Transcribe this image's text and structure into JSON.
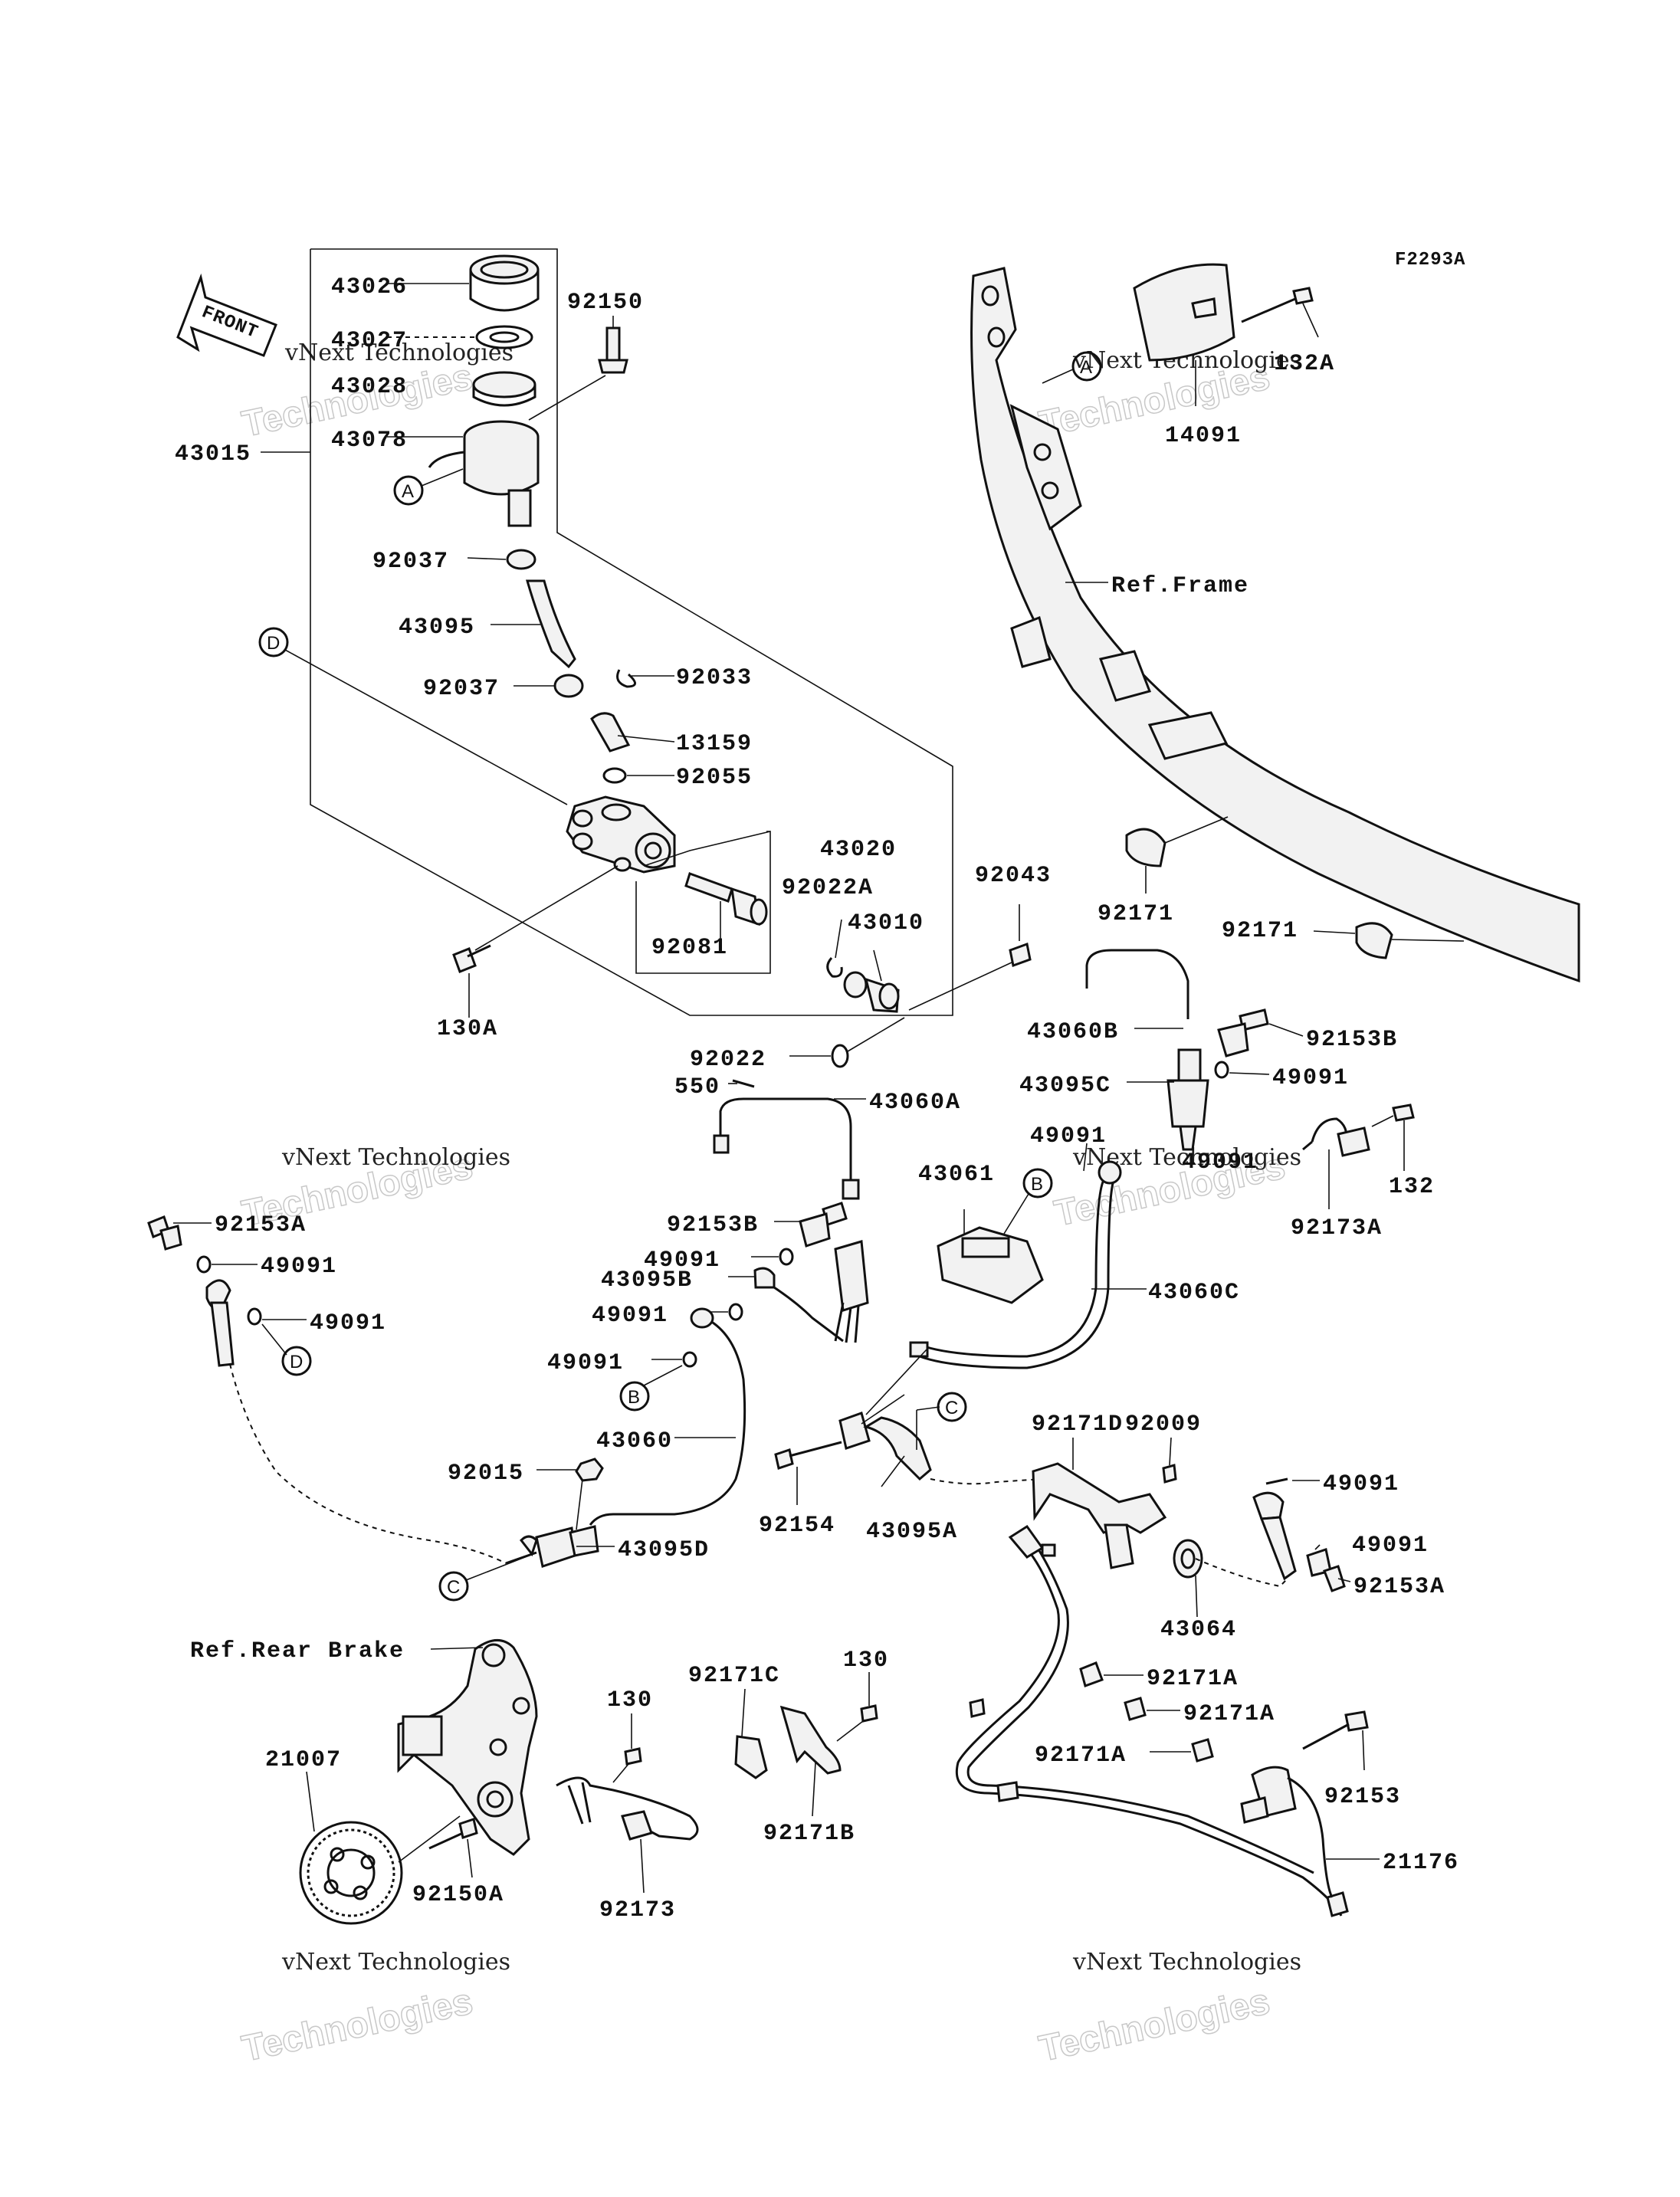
{
  "diagram_code": "F2293A",
  "front_label": "FRONT",
  "callouts": [
    "A",
    "A",
    "B",
    "B",
    "C",
    "C",
    "D",
    "D"
  ],
  "watermark": {
    "line1": "vNext Technologies",
    "line2": "Technologies"
  },
  "parts": [
    {
      "id": "43026",
      "label": "43026"
    },
    {
      "id": "43027",
      "label": "43027"
    },
    {
      "id": "43028",
      "label": "43028"
    },
    {
      "id": "43078",
      "label": "43078"
    },
    {
      "id": "43015",
      "label": "43015"
    },
    {
      "id": "92150",
      "label": "92150"
    },
    {
      "id": "92037a",
      "label": "92037"
    },
    {
      "id": "43095",
      "label": "43095"
    },
    {
      "id": "92037b",
      "label": "92037"
    },
    {
      "id": "92033",
      "label": "92033"
    },
    {
      "id": "13159",
      "label": "13159"
    },
    {
      "id": "92055",
      "label": "92055"
    },
    {
      "id": "43020",
      "label": "43020"
    },
    {
      "id": "92022A",
      "label": "92022A"
    },
    {
      "id": "43010",
      "label": "43010"
    },
    {
      "id": "92081",
      "label": "92081"
    },
    {
      "id": "130A",
      "label": "130A"
    },
    {
      "id": "92022",
      "label": "92022"
    },
    {
      "id": "550",
      "label": "550"
    },
    {
      "id": "92043",
      "label": "92043"
    },
    {
      "id": "132A",
      "label": "132A"
    },
    {
      "id": "14091",
      "label": "14091"
    },
    {
      "id": "ref_frame",
      "label": "Ref.Frame"
    },
    {
      "id": "92171a",
      "label": "92171"
    },
    {
      "id": "92171b",
      "label": "92171"
    },
    {
      "id": "43060B",
      "label": "43060B"
    },
    {
      "id": "92153B_r",
      "label": "92153B"
    },
    {
      "id": "43095C",
      "label": "43095C"
    },
    {
      "id": "49091_r1",
      "label": "49091"
    },
    {
      "id": "43060A",
      "label": "43060A"
    },
    {
      "id": "49091_r2",
      "label": "49091"
    },
    {
      "id": "49091_r3",
      "label": "49091"
    },
    {
      "id": "132",
      "label": "132"
    },
    {
      "id": "92173A",
      "label": "92173A"
    },
    {
      "id": "43061",
      "label": "43061"
    },
    {
      "id": "43060C",
      "label": "43060C"
    },
    {
      "id": "92153A_l",
      "label": "92153A"
    },
    {
      "id": "49091_l1",
      "label": "49091"
    },
    {
      "id": "49091_l2",
      "label": "49091"
    },
    {
      "id": "92153B_c",
      "label": "92153B"
    },
    {
      "id": "49091_c1",
      "label": "49091"
    },
    {
      "id": "43095B",
      "label": "43095B"
    },
    {
      "id": "49091_c2",
      "label": "49091"
    },
    {
      "id": "49091_c3",
      "label": "49091"
    },
    {
      "id": "43060",
      "label": "43060"
    },
    {
      "id": "92015",
      "label": "92015"
    },
    {
      "id": "43095D",
      "label": "43095D"
    },
    {
      "id": "92154",
      "label": "92154"
    },
    {
      "id": "43095A",
      "label": "43095A"
    },
    {
      "id": "92171D",
      "label": "92171D"
    },
    {
      "id": "92009",
      "label": "92009"
    },
    {
      "id": "49091_rr1",
      "label": "49091"
    },
    {
      "id": "49091_rr2",
      "label": "49091"
    },
    {
      "id": "92153A_r",
      "label": "92153A"
    },
    {
      "id": "43064",
      "label": "43064"
    },
    {
      "id": "ref_rear_brake",
      "label": "Ref.Rear Brake"
    },
    {
      "id": "92171A_1",
      "label": "92171A"
    },
    {
      "id": "92171A_2",
      "label": "92171A"
    },
    {
      "id": "92171A_3",
      "label": "92171A"
    },
    {
      "id": "92171C",
      "label": "92171C"
    },
    {
      "id": "130_a",
      "label": "130"
    },
    {
      "id": "130_b",
      "label": "130"
    },
    {
      "id": "21007",
      "label": "21007"
    },
    {
      "id": "92153",
      "label": "92153"
    },
    {
      "id": "21176",
      "label": "21176"
    },
    {
      "id": "92171B",
      "label": "92171B"
    },
    {
      "id": "92150A",
      "label": "92150A"
    },
    {
      "id": "92173",
      "label": "92173"
    }
  ]
}
